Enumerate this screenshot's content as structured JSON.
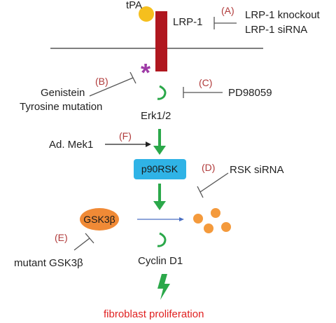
{
  "colors": {
    "tpa_ball": "#f5bf1e",
    "receptor_bar": "#b0171f",
    "membrane": "#555555",
    "asterisk": "#9e3aa6",
    "green_arrow": "#2ba84a",
    "p90rsk_box": "#2fb3e6",
    "gsk_ellipse": "#f08a36",
    "orange_dots": "#f49a3c",
    "blue_arrow": "#4a6fc2",
    "inhibitor_line": "#555555",
    "tag_red": "#b03a3a",
    "result_red": "#e02020"
  },
  "ligand": {
    "label": "tPA"
  },
  "receptor": {
    "label": "LRP-1"
  },
  "inhibitors": {
    "a": {
      "tag": "(A)",
      "line1": "LRP-1 knockout",
      "line2": "LRP-1 siRNA"
    },
    "b": {
      "tag": "(B)",
      "line1": "Genistein",
      "line2": "Tyrosine mutation"
    },
    "c": {
      "tag": "(C)",
      "line1": "PD98059"
    },
    "d": {
      "tag": "(D)",
      "line1": "RSK siRNA"
    },
    "e": {
      "tag": "(E)",
      "line1": "mutant GSK3β"
    }
  },
  "activators": {
    "f": {
      "tag": "(F)",
      "line1": "Ad. Mek1"
    }
  },
  "nodes": {
    "erk": "Erk1/2",
    "p90rsk": "p90RSK",
    "gsk3b": "GSK3β",
    "cyclin": "Cyclin D1",
    "asterisk": "*"
  },
  "outcome": {
    "label": "fibroblast proliferation"
  }
}
